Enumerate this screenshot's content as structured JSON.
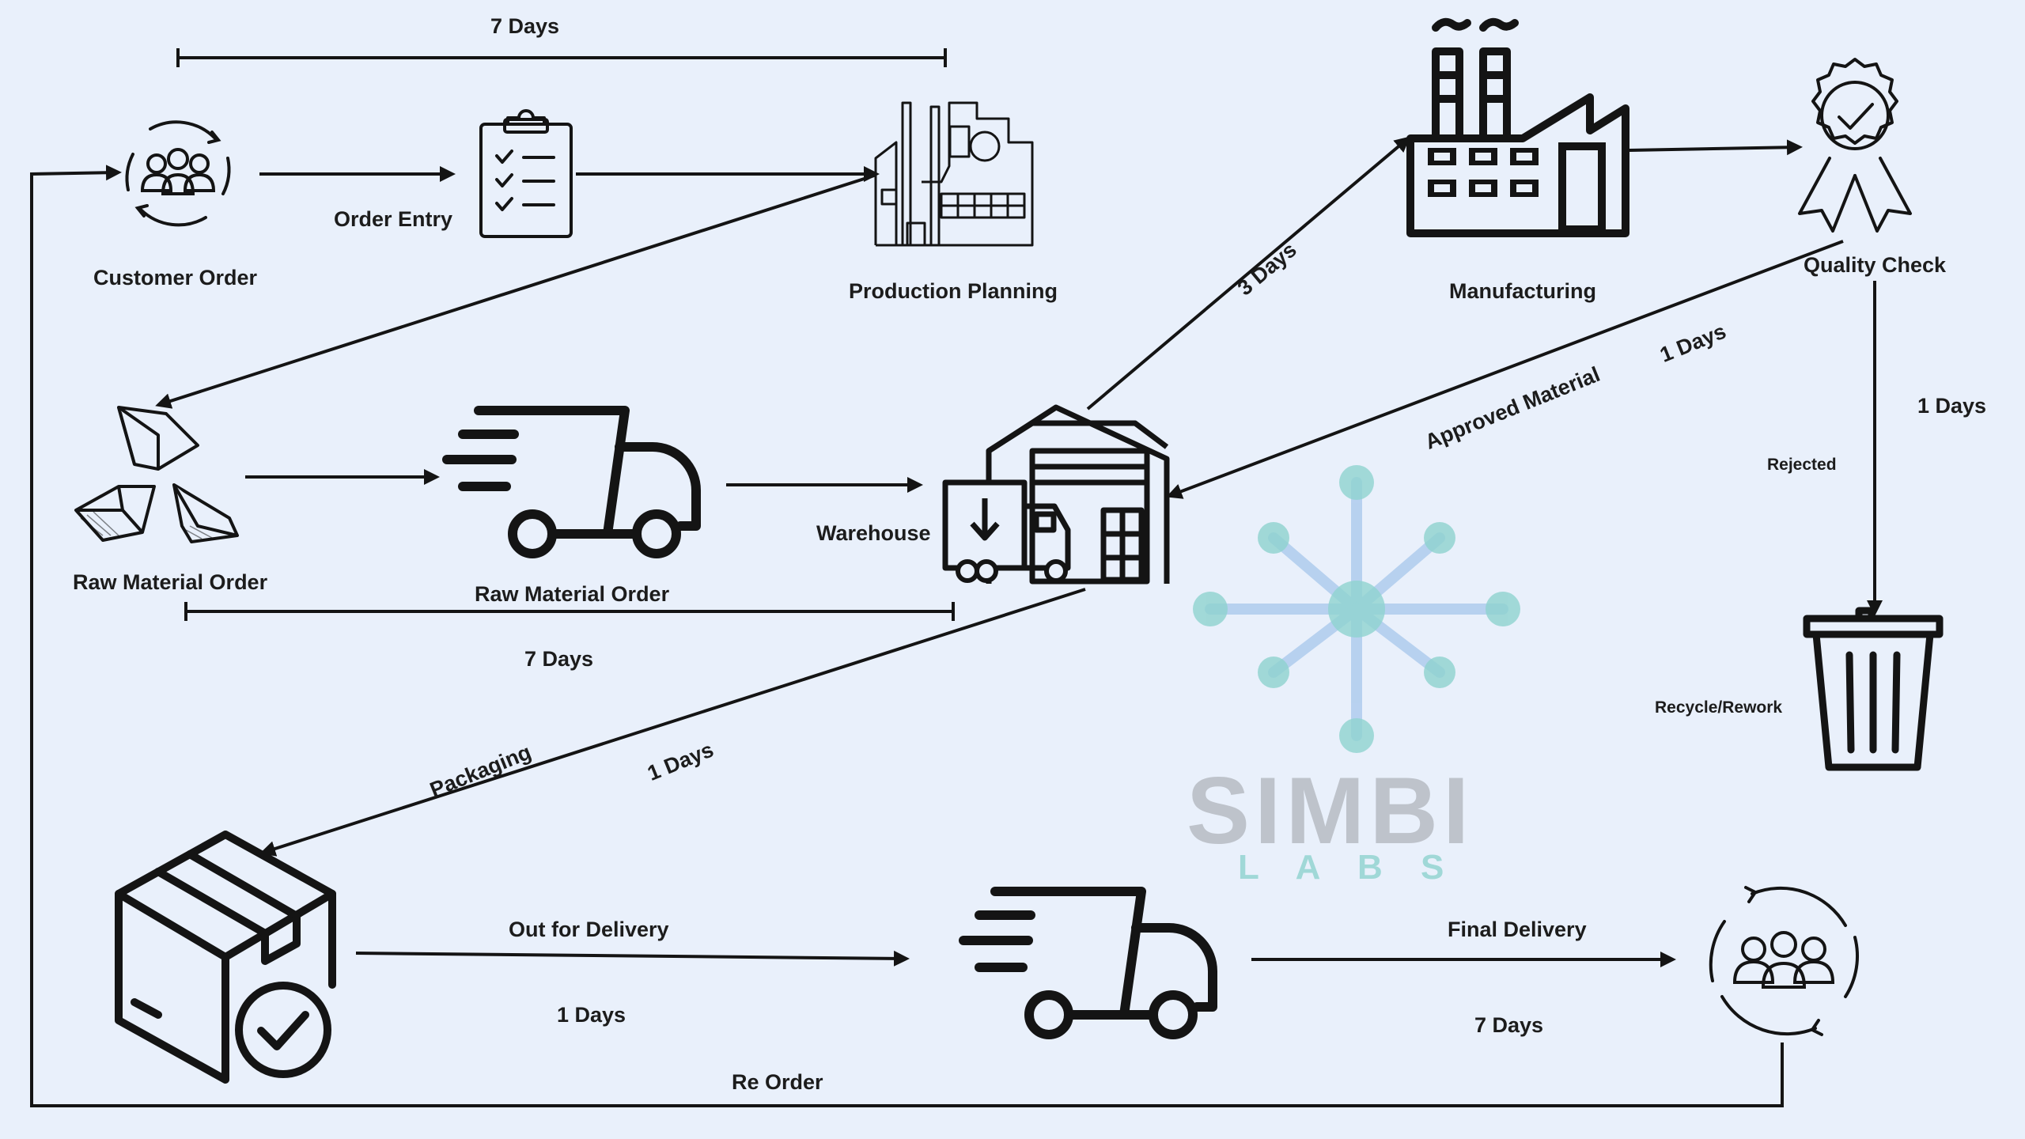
{
  "colors": {
    "background": "#e9f0fb",
    "ink": "#141414",
    "watermark_teal": "#8fd3cf",
    "watermark_blue": "#a7c7ec",
    "watermark_gray": "#b7bcc3"
  },
  "watermark": {
    "word": "SIMBI",
    "sub": "L A B S"
  },
  "nodes": {
    "customer_order": {
      "label": "Customer Order",
      "icon": "customer-group-cycle-icon"
    },
    "order_entry_icon": {
      "icon": "clipboard-checklist-icon"
    },
    "production_planning": {
      "label": "Production Planning",
      "icon": "factory-plant-icon"
    },
    "manufacturing": {
      "label": "Manufacturing",
      "icon": "factory-icon"
    },
    "quality_check": {
      "label": "Quality Check",
      "icon": "award-ribbon-check-icon"
    },
    "raw_material_rocks": {
      "label": "Raw Material Order",
      "icon": "raw-rocks-icon"
    },
    "raw_material_truck": {
      "label": "Raw Material Order",
      "icon": "delivery-truck-icon"
    },
    "warehouse": {
      "label": "Warehouse",
      "icon": "warehouse-icon"
    },
    "recycle": {
      "label": "Recycle/Rework",
      "icon": "trash-bin-icon"
    },
    "package": {
      "icon": "package-check-icon"
    },
    "delivery_truck": {
      "icon": "delivery-truck-icon"
    },
    "final_customer": {
      "icon": "customer-group-cycle-icon"
    }
  },
  "edges": {
    "top_span": "7 Days",
    "order_entry": "Order Entry",
    "three_days": "3 Days",
    "approved_material": "Approved Material",
    "qc_one_day": "1 Days",
    "qc_down_days": "1 Days",
    "rejected": "Rejected",
    "mid_span": "7 Days",
    "packaging": "Packaging",
    "packaging_days": "1 Days",
    "out_for_delivery": "Out for Delivery",
    "out_days": "1 Days",
    "final_delivery": "Final Delivery",
    "final_days": "7 Days",
    "reorder": "Re Order"
  }
}
